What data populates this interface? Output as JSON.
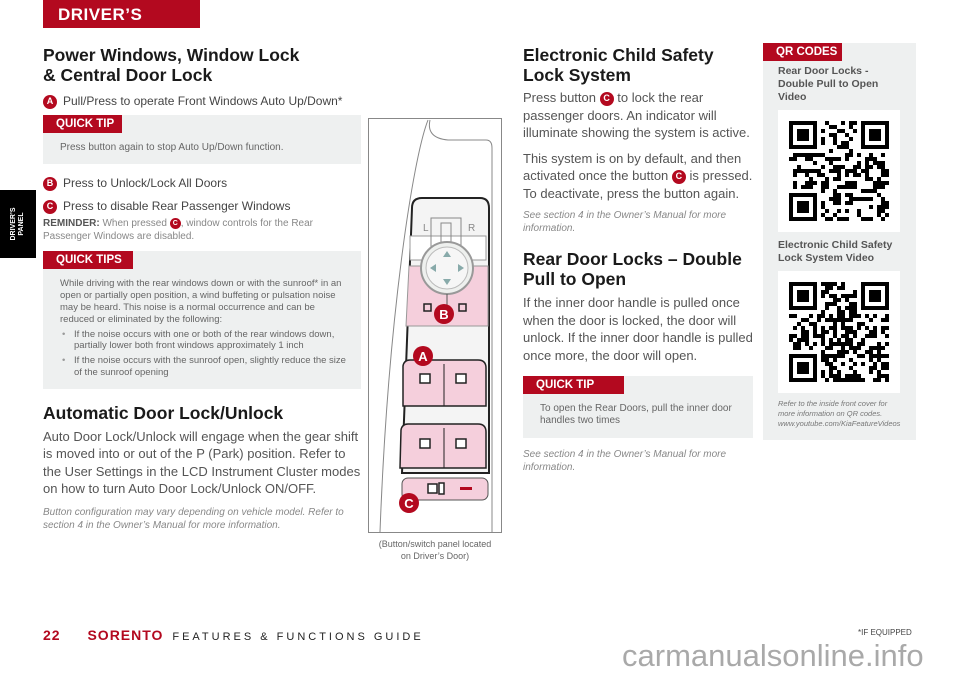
{
  "header": {
    "tab": "DRIVER’S  PANEL",
    "side_tab_line1": "DRIVER’S",
    "side_tab_line2": "PANEL"
  },
  "power": {
    "title_l1": "Power Windows, Window Lock",
    "title_l2": "& Central Door Lock",
    "item_a": {
      "badge": "A",
      "text": "Pull/Press to operate Front Windows Auto Up/Down*"
    },
    "quick_tip": {
      "label": "QUICK TIP",
      "text": "Press button again to stop Auto Up/Down function."
    },
    "item_b": {
      "badge": "B",
      "text": "Press to Unlock/Lock All Doors"
    },
    "item_c": {
      "badge": "C",
      "text": "Press to disable Rear Passenger Windows"
    },
    "reminder": {
      "label": "REMINDER:",
      "pre": "When pressed",
      "badge": "C",
      "post": ", window controls for the Rear Passenger Windows are disabled."
    },
    "quick_tips": {
      "label": "QUICK TIPS",
      "intro": "While driving with the rear windows down or with the sunroof* in an open or partially open position, a wind buffeting or pulsation noise may be heard. This noise is a normal occurrence and can be reduced or eliminated by the following:",
      "bullets": [
        "If the noise occurs with one or both of the rear windows down, partially lower both front windows approximately 1 inch",
        "If the noise occurs with the sunroof open, slightly reduce the size of the sunroof opening"
      ]
    }
  },
  "auto": {
    "title": "Automatic Door Lock/Unlock",
    "body": "Auto Door Lock/Unlock will engage when the gear shift is moved into or out of the P (Park) position. Refer to the User Settings in the LCD Instrument Cluster modes on how to turn Auto Door Lock/Unlock ON/OFF.",
    "note": "Button configuration may vary depending on vehicle model. Refer to section 4 in the Owner’s Manual for more information."
  },
  "illustration": {
    "caption": "(Button/switch panel located on Driver’s Door)",
    "label_l": "L",
    "label_r": "R",
    "callout_a": "A",
    "callout_b": "B",
    "callout_c": "C"
  },
  "child": {
    "title_l1": "Electronic Child Safety",
    "title_l2": "Lock System",
    "p1_pre": "Press button",
    "p1_badge": "C",
    "p1_post": "to lock the rear passenger doors. An indicator will illuminate showing the system is active.",
    "p2_pre": "This system is on by default, and then activated once the button",
    "p2_badge": "C",
    "p2_post": "is pressed. To deactivate, press the button again.",
    "note": "See section 4 in the Owner’s Manual for more information."
  },
  "rear": {
    "title_l1": "Rear Door Locks – Double",
    "title_l2": "Pull to Open",
    "body": "If the inner door handle is pulled once when the door is locked, the door will unlock. If the inner door handle is pulled once more, the door will open.",
    "quick_tip": {
      "label": "QUICK TIP",
      "text": "To open the Rear Doors, pull the inner door handles two times"
    },
    "note": "See section 4 in the Owner’s Manual for more information."
  },
  "qr": {
    "label": "QR CODES",
    "video1": "Rear Door Locks - Double Pull to Open Video",
    "video2": "Electronic Child Safety Lock System Video",
    "footnote_l1": "Refer to the inside front cover for",
    "footnote_l2": "more information on QR codes.",
    "footnote_l3": "www.youtube.com/KiaFeatureVideos"
  },
  "footer": {
    "page": "22",
    "model": "SORENTO",
    "guide": "FEATURES & FUNCTIONS GUIDE",
    "equipped": "*IF EQUIPPED"
  },
  "watermark": "carmanualsonline.info",
  "colors": {
    "brand_red": "#b3091f",
    "panel_grey": "#eef0f0",
    "pink": "#f5cfdc"
  }
}
